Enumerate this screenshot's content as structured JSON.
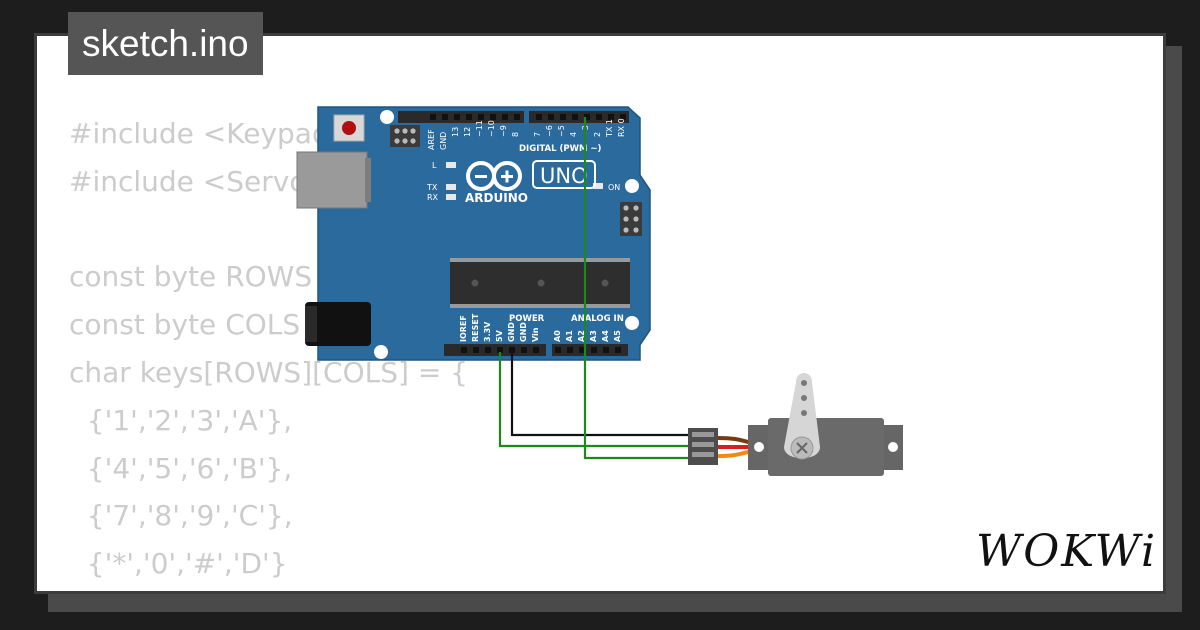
{
  "window": {
    "title": "sketch.ino"
  },
  "code_lines": [
    "#include <Keypad.h>",
    "#include <Servo.h>",
    "",
    "const byte ROWS = 4;",
    "const byte COLS = 4;",
    "char keys[ROWS][COLS] = {",
    "  {'1','2','3','A'},",
    "  {'4','5','6','B'},",
    "  {'7','8','9','C'},",
    "  {'*','0','#','D'}",
    "};"
  ],
  "board": {
    "brand": "ARDUINO",
    "model": "UNO",
    "digital_label": "DIGITAL (PWM ~)",
    "power_label": "POWER",
    "analog_label": "ANALOG IN",
    "led_l": "L",
    "led_tx": "TX",
    "led_rx": "RX",
    "led_on": "ON",
    "digital_pins": [
      "AREF",
      "GND",
      "13",
      "12",
      "~11",
      "~10",
      "~9",
      "8",
      "7",
      "~6",
      "~5",
      "4",
      "~3",
      "2",
      "TX 1",
      "RX 0"
    ],
    "power_pins": [
      "IOREF",
      "RESET",
      "3.3V",
      "5V",
      "GND",
      "GND",
      "Vin"
    ],
    "analog_pins": [
      "A0",
      "A1",
      "A2",
      "A3",
      "A4",
      "A5"
    ],
    "color": "#2b6a9d"
  },
  "wires": {
    "signal": "#1a8a1a",
    "ground": "#111111",
    "power": "#1a8a1a"
  },
  "logo": {
    "text": "WOKWi"
  }
}
